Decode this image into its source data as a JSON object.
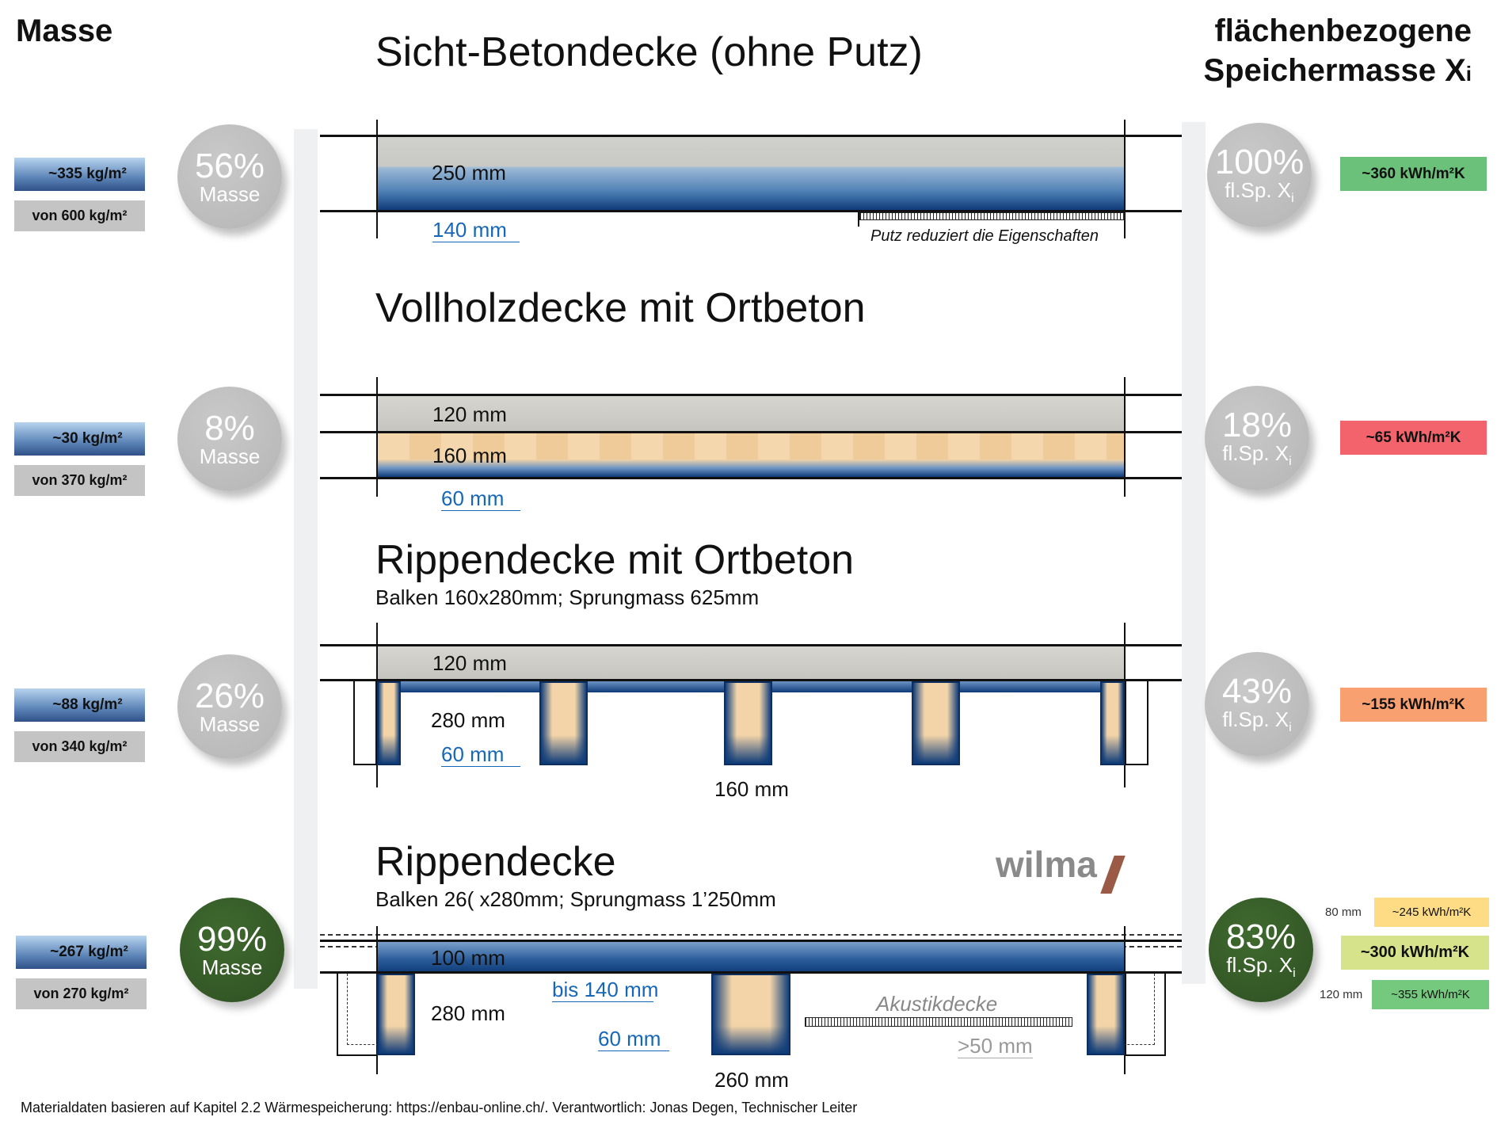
{
  "header": {
    "left_title": "Masse",
    "right_title_line1": "flächenbezogene",
    "right_title_line2": "Speichermasse X",
    "right_title_sub": "i"
  },
  "sections": [
    {
      "title": "Sicht-Betondecke (ohne Putz)",
      "labels": {
        "top": "250 mm",
        "blue": "140 mm",
        "note": "Putz reduziert die Eigenschaften"
      },
      "mass": "~335 kg/m²",
      "of": "von 600 kg/m²",
      "mass_pct": "56%",
      "mass_word": "Masse",
      "xi_pct": "100%",
      "xi_word": "fl.Sp. X",
      "xi_sub": "i",
      "xi_value": "~360 kWh/m²K",
      "xi_color": "#6cc17a"
    },
    {
      "title": "Vollholzdecke mit Ortbeton",
      "labels": {
        "concrete": "120 mm",
        "wood": "160 mm",
        "blue": "60 mm"
      },
      "mass": "~30 kg/m²",
      "of": "von 370 kg/m²",
      "mass_pct": "8%",
      "mass_word": "Masse",
      "xi_pct": "18%",
      "xi_word": "fl.Sp. X",
      "xi_sub": "i",
      "xi_value": "~65 kWh/m²K",
      "xi_color": "#f2636b"
    },
    {
      "title": "Rippendecke mit Ortbeton",
      "subtitle": "Balken 160x280mm; Sprungmass 625mm",
      "labels": {
        "concrete": "120 mm",
        "rib": "280 mm",
        "blue": "60 mm",
        "width": "160 mm"
      },
      "mass": "~88 kg/m²",
      "of": "von 340 kg/m²",
      "mass_pct": "26%",
      "mass_word": "Masse",
      "xi_pct": "43%",
      "xi_word": "fl.Sp. X",
      "xi_sub": "i",
      "xi_value": "~155 kWh/m²K",
      "xi_color": "#f9a070"
    },
    {
      "title": "Rippendecke",
      "subtitle": "Balken 26( x280mm; Sprungmass 1’250mm",
      "logo": "wilma",
      "labels": {
        "slab": "100 mm",
        "rib": "280 mm",
        "blue1": "bis 140 mm",
        "blue2": "60 mm",
        "width": "260 mm",
        "acoustic": "Akustikdecke",
        "gap": ">50 mm"
      },
      "mass": "~267 kg/m²",
      "of": "von 270 kg/m²",
      "mass_pct": "99%",
      "mass_word": "Masse",
      "xi_pct": "83%",
      "xi_word": "fl.Sp. X",
      "xi_sub": "i",
      "xi_value": "~300 kWh/m²K",
      "xi_color": "#d6e38a",
      "variants": [
        {
          "thickness": "80 mm",
          "value": "~245 kWh/m²K",
          "color": "#fddc85"
        },
        {
          "thickness": "120 mm",
          "value": "~355 kWh/m²K",
          "color": "#75c97f"
        }
      ]
    }
  ],
  "footer": "Materialdaten basieren auf Kapitel 2.2 Wärmespeicherung: https://enbau-online.ch/. Verantwortlich: Jonas Degen, Technischer Leiter"
}
